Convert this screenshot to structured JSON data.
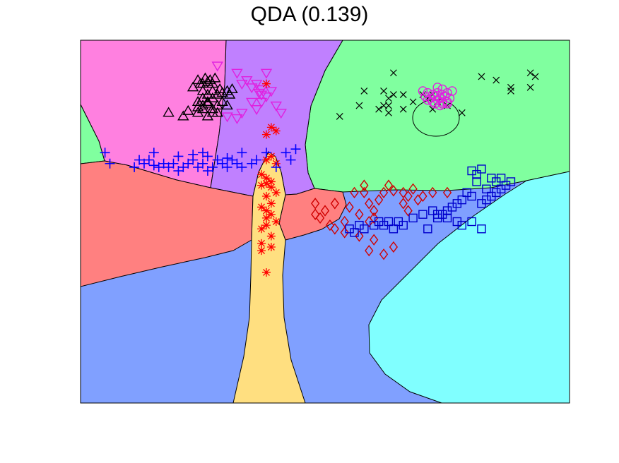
{
  "chart_data": {
    "type": "scatter",
    "title": "QDA (0.139)",
    "xlabel": "",
    "ylabel": "",
    "axis_ticks": "none",
    "grid": false,
    "legend": "none",
    "background_regions": [
      {
        "class": "triangle-up",
        "color": "#ff80e0"
      },
      {
        "class": "triangle-down",
        "color": "#c080ff"
      },
      {
        "class": "cross",
        "color": "#80ff9f"
      },
      {
        "class": "plus",
        "color": "#ff8080"
      },
      {
        "class": "asterisk",
        "color": "#ffdf80"
      },
      {
        "class": "diamond",
        "color": "#80a0ff"
      },
      {
        "class": "square",
        "color": "#80ffff"
      },
      {
        "class": "circle",
        "color": "#80ff9f"
      }
    ],
    "series": [
      {
        "marker": "triangle-up",
        "color": "#000000",
        "points": [
          [
            24,
            89
          ],
          [
            25,
            88
          ],
          [
            25.5,
            89.5
          ],
          [
            26,
            88.5
          ],
          [
            24.5,
            88
          ],
          [
            26.5,
            89
          ],
          [
            27,
            88
          ],
          [
            27.5,
            89.5
          ],
          [
            23,
            87
          ],
          [
            25,
            86
          ],
          [
            26,
            85
          ],
          [
            27,
            86
          ],
          [
            28,
            85
          ],
          [
            28.5,
            86.5
          ],
          [
            29,
            85.5
          ],
          [
            30,
            86
          ],
          [
            31,
            86.5
          ],
          [
            30.5,
            85
          ],
          [
            25,
            84
          ],
          [
            26,
            83
          ],
          [
            27,
            84
          ],
          [
            24,
            83
          ],
          [
            25,
            82
          ],
          [
            26,
            82.5
          ],
          [
            27,
            81
          ],
          [
            28,
            82
          ],
          [
            29,
            83
          ],
          [
            30,
            82
          ],
          [
            18,
            80
          ],
          [
            21,
            79
          ],
          [
            24,
            80
          ],
          [
            26,
            79
          ],
          [
            27,
            80
          ],
          [
            25,
            81
          ],
          [
            24,
            81.5
          ],
          [
            22,
            80.5
          ],
          [
            28,
            80
          ]
        ]
      },
      {
        "marker": "triangle-down",
        "color": "#e020e0",
        "points": [
          [
            28,
            93
          ],
          [
            32,
            91
          ],
          [
            38,
            91
          ],
          [
            34,
            89
          ],
          [
            36,
            88
          ],
          [
            37,
            86.5
          ],
          [
            36.5,
            85.5
          ],
          [
            39,
            86
          ],
          [
            38,
            84.5
          ],
          [
            37,
            83
          ],
          [
            40,
            82
          ],
          [
            35,
            83
          ],
          [
            36,
            81
          ],
          [
            33,
            80
          ],
          [
            30,
            79
          ],
          [
            32,
            78.5
          ],
          [
            41,
            80
          ],
          [
            33,
            88
          ],
          [
            35,
            87
          ],
          [
            37,
            85
          ]
        ]
      },
      {
        "marker": "asterisk",
        "color": "#ff0000",
        "points": [
          [
            38,
            88
          ],
          [
            39,
            76
          ],
          [
            40,
            75
          ],
          [
            38,
            74
          ],
          [
            39,
            68
          ],
          [
            38,
            67
          ],
          [
            40,
            66
          ],
          [
            37,
            63
          ],
          [
            38,
            62
          ],
          [
            39,
            61
          ],
          [
            38,
            60.5
          ],
          [
            37,
            60
          ],
          [
            39,
            59.5
          ],
          [
            40,
            58
          ],
          [
            38,
            57
          ],
          [
            39,
            55
          ],
          [
            37,
            54
          ],
          [
            38,
            53
          ],
          [
            39,
            52
          ],
          [
            38,
            51
          ],
          [
            40,
            50
          ],
          [
            38,
            49
          ],
          [
            37,
            48
          ],
          [
            39,
            46
          ],
          [
            37,
            44
          ],
          [
            39,
            43
          ],
          [
            37,
            42
          ],
          [
            38,
            36
          ]
        ]
      },
      {
        "marker": "plus",
        "color": "#0000ff",
        "points": [
          [
            5,
            69
          ],
          [
            12,
            67
          ],
          [
            15,
            69
          ],
          [
            23,
            68.5
          ],
          [
            26,
            68
          ],
          [
            30,
            67.5
          ],
          [
            33,
            69
          ],
          [
            38,
            69
          ],
          [
            42,
            69
          ],
          [
            44,
            70
          ],
          [
            6,
            66
          ],
          [
            11,
            65
          ],
          [
            13,
            66
          ],
          [
            14,
            67
          ],
          [
            15,
            65.5
          ],
          [
            16,
            65
          ],
          [
            17,
            66
          ],
          [
            18,
            65
          ],
          [
            19,
            66
          ],
          [
            20,
            64
          ],
          [
            21,
            65
          ],
          [
            22,
            66
          ],
          [
            23,
            67
          ],
          [
            24,
            65
          ],
          [
            25,
            66
          ],
          [
            26,
            64
          ],
          [
            27,
            65
          ],
          [
            28,
            67
          ],
          [
            29,
            66
          ],
          [
            30,
            65
          ],
          [
            31,
            67
          ],
          [
            32,
            66
          ],
          [
            33,
            65
          ],
          [
            35,
            66
          ],
          [
            36,
            67
          ],
          [
            40,
            65
          ],
          [
            43,
            67
          ],
          [
            20,
            68
          ],
          [
            25,
            69
          ]
        ]
      },
      {
        "marker": "cross",
        "color": "#000000",
        "points": [
          [
            64,
            91
          ],
          [
            82,
            90
          ],
          [
            92,
            91
          ],
          [
            93,
            90
          ],
          [
            85,
            89
          ],
          [
            88,
            87
          ],
          [
            88,
            86
          ],
          [
            92,
            87
          ],
          [
            58,
            86
          ],
          [
            62,
            86
          ],
          [
            63,
            84
          ],
          [
            64,
            85
          ],
          [
            66,
            85
          ],
          [
            70,
            85
          ],
          [
            72,
            85
          ],
          [
            73,
            83
          ],
          [
            75,
            82
          ],
          [
            68,
            83
          ],
          [
            71,
            84
          ],
          [
            63,
            82
          ],
          [
            61,
            81
          ],
          [
            66,
            81
          ],
          [
            72,
            81
          ],
          [
            63,
            80
          ],
          [
            57,
            82
          ],
          [
            62,
            82
          ],
          [
            53,
            79
          ],
          [
            78,
            80
          ]
        ]
      },
      {
        "marker": "circle",
        "color": "#e020e0",
        "points": [
          [
            70,
            86
          ],
          [
            71,
            85.5
          ],
          [
            72,
            85
          ],
          [
            73,
            85.5
          ],
          [
            74,
            85
          ],
          [
            75,
            85.5
          ],
          [
            76,
            86
          ],
          [
            70.5,
            84.5
          ],
          [
            71.5,
            84
          ],
          [
            72.5,
            84.5
          ],
          [
            73.5,
            84
          ],
          [
            74.5,
            84.5
          ],
          [
            75.5,
            84
          ],
          [
            71,
            83.5
          ],
          [
            72,
            83
          ],
          [
            73,
            83.5
          ],
          [
            74,
            83
          ],
          [
            75,
            83
          ],
          [
            72.5,
            82.5
          ],
          [
            73.5,
            82
          ],
          [
            74,
            82.5
          ],
          [
            75,
            82.5
          ],
          [
            73,
            87
          ],
          [
            74,
            86.5
          ]
        ]
      },
      {
        "marker": "diamond",
        "color": "#d00000",
        "points": [
          [
            58,
            60
          ],
          [
            63,
            60
          ],
          [
            64,
            58.5
          ],
          [
            56,
            58
          ],
          [
            58,
            58
          ],
          [
            62,
            58
          ],
          [
            66,
            58
          ],
          [
            67,
            57
          ],
          [
            68,
            59
          ],
          [
            70,
            57
          ],
          [
            72,
            58
          ],
          [
            75,
            58
          ],
          [
            48,
            55
          ],
          [
            52,
            55
          ],
          [
            59,
            55
          ],
          [
            61,
            56
          ],
          [
            66,
            55
          ],
          [
            69,
            56
          ],
          [
            55,
            54
          ],
          [
            60,
            53
          ],
          [
            67,
            53
          ],
          [
            57,
            52
          ],
          [
            60,
            51
          ],
          [
            59,
            50
          ],
          [
            54,
            50
          ],
          [
            51,
            49
          ],
          [
            52,
            48
          ],
          [
            54,
            47
          ],
          [
            57,
            46
          ],
          [
            60,
            45
          ],
          [
            64,
            43
          ],
          [
            59,
            42
          ],
          [
            62,
            41
          ],
          [
            49,
            51
          ],
          [
            48,
            52
          ],
          [
            50,
            53
          ]
        ]
      },
      {
        "marker": "square",
        "color": "#0000cc",
        "points": [
          [
            80,
            64
          ],
          [
            81,
            63
          ],
          [
            82,
            64.5
          ],
          [
            84,
            62
          ],
          [
            85,
            61
          ],
          [
            86,
            62
          ],
          [
            88,
            61
          ],
          [
            87,
            60
          ],
          [
            86,
            59
          ],
          [
            85,
            58
          ],
          [
            84,
            57
          ],
          [
            83,
            56
          ],
          [
            82,
            55
          ],
          [
            80,
            57
          ],
          [
            79,
            58
          ],
          [
            78,
            56
          ],
          [
            77,
            55
          ],
          [
            76,
            54
          ],
          [
            75,
            53
          ],
          [
            74,
            52
          ],
          [
            73,
            51
          ],
          [
            75,
            51
          ],
          [
            77,
            50
          ],
          [
            78,
            49
          ],
          [
            80,
            50
          ],
          [
            82,
            48
          ],
          [
            70,
            52
          ],
          [
            68,
            51
          ],
          [
            65,
            50
          ],
          [
            63,
            50
          ],
          [
            62,
            49
          ],
          [
            64,
            48
          ],
          [
            60,
            49
          ],
          [
            58,
            48
          ],
          [
            56,
            47
          ],
          [
            55,
            48
          ],
          [
            57,
            49
          ],
          [
            61,
            50
          ],
          [
            66,
            49
          ],
          [
            72,
            53
          ],
          [
            73,
            52
          ],
          [
            71,
            48
          ],
          [
            81,
            61
          ],
          [
            83,
            59
          ]
        ]
      }
    ]
  }
}
